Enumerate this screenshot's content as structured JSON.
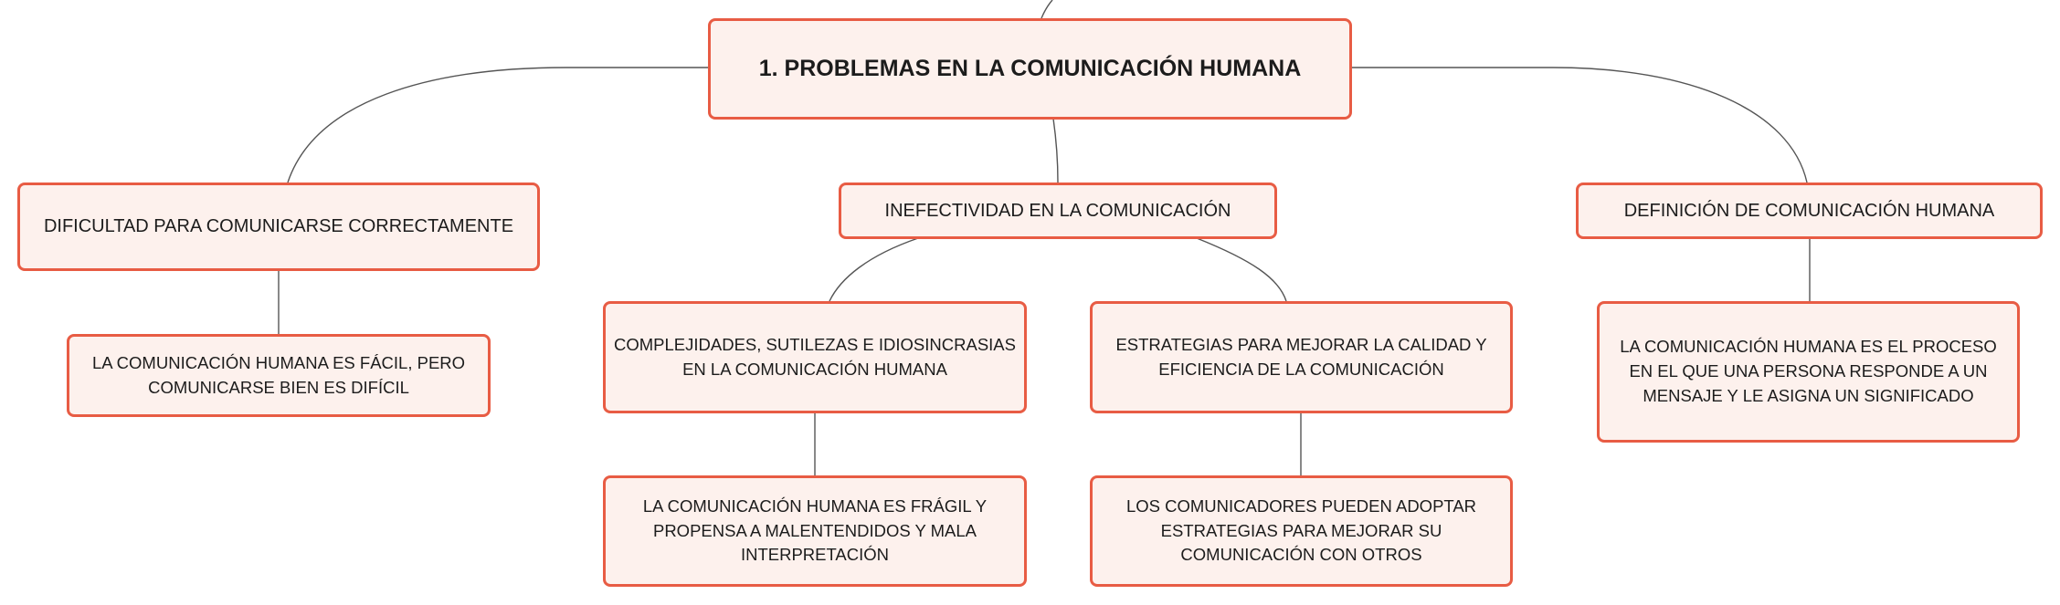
{
  "diagram": {
    "root": "1. PROBLEMAS EN LA COMUNICACIÓN HUMANA",
    "branches": [
      {
        "label": "DIFICULTAD PARA COMUNICARSE CORRECTAMENTE",
        "children": [
          "LA COMUNICACIÓN HUMANA ES FÁCIL, PERO COMUNICARSE BIEN ES DIFÍCIL"
        ]
      },
      {
        "label": "INEFECTIVIDAD EN LA COMUNICACIÓN",
        "children": [
          {
            "label": "COMPLEJIDADES, SUTILEZAS E IDIOSINCRASIAS EN LA COMUNICACIÓN HUMANA",
            "children": [
              "LA COMUNICACIÓN HUMANA ES FRÁGIL Y PROPENSA A MALENTENDIDOS Y MALA INTERPRETACIÓN"
            ]
          },
          {
            "label": "ESTRATEGIAS PARA MEJORAR LA CALIDAD Y EFICIENCIA DE LA COMUNICACIÓN",
            "children": [
              "LOS COMUNICADORES PUEDEN ADOPTAR ESTRATEGIAS PARA MEJORAR SU COMUNICACIÓN CON OTROS"
            ]
          }
        ]
      },
      {
        "label": "DEFINICIÓN DE COMUNICACIÓN HUMANA",
        "children": [
          "LA COMUNICACIÓN HUMANA ES EL PROCESO EN EL QUE UNA PERSONA RESPONDE A UN MENSAJE Y LE ASIGNA UN SIGNIFICADO"
        ]
      }
    ]
  },
  "colors": {
    "node_border": "#e85c44",
    "node_fill": "#fdf1ed",
    "connector": "#555555",
    "text": "#1c1c1c"
  }
}
